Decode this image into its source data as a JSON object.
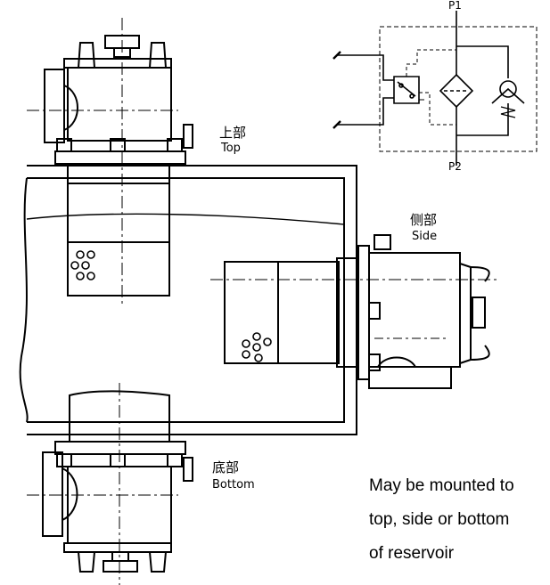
{
  "labels": {
    "top": {
      "zh": "上部",
      "en": "Top"
    },
    "side": {
      "zh": "侧部",
      "en": "Side"
    },
    "bottom": {
      "zh": "底部",
      "en": "Bottom"
    }
  },
  "ports": {
    "p1": "P1",
    "p2": "P2"
  },
  "note": [
    "May be mounted to",
    "top, side or bottom",
    "of reservoir"
  ]
}
